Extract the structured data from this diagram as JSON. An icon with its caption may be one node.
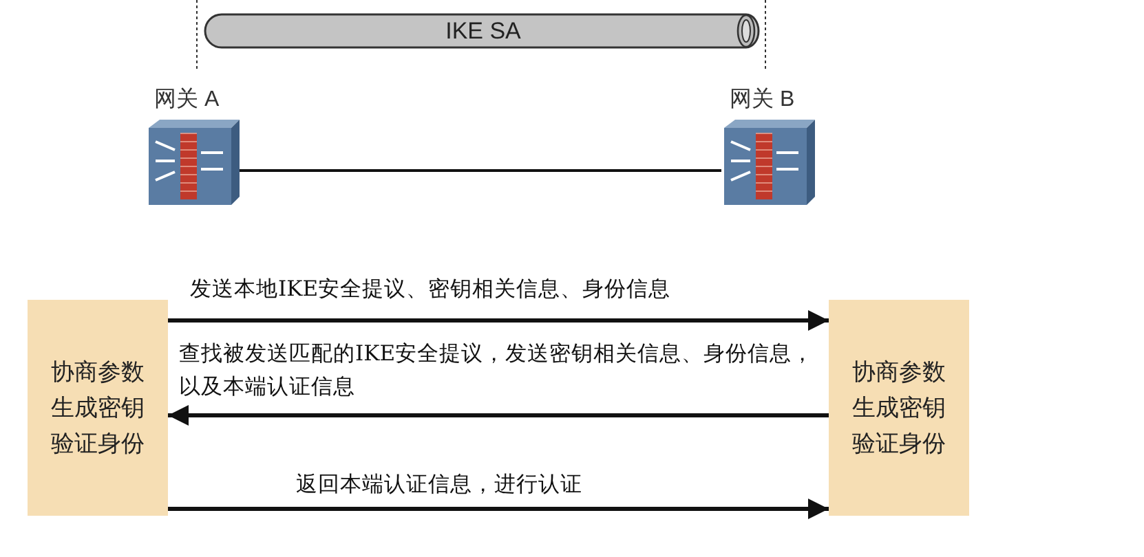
{
  "diagram": {
    "nodes": [
      {
        "text": [
          "IKE SA"
        ]
      },
      {
        "text": [
          "网关 A"
        ]
      },
      {
        "text": [
          "网关 B"
        ]
      },
      {
        "text": [
          "协商参数生成密钥验证身份"
        ]
      },
      {
        "text": [
          "协商参数生成密钥验证身份"
        ]
      }
    ],
    "edges": [
      {
        "from": 1,
        "to": 2,
        "arrow": "none"
      },
      {
        "from": 3,
        "to": 4,
        "arrow": "to",
        "label": "发送本地IKE安全提议、密钥相关信息、身份信息"
      },
      {
        "from": 4,
        "to": 3,
        "arrow": "to",
        "label": "查找被发送匹配的IKE安全提议，发送密钥相关信息、身份信息，以及本端认证信息"
      },
      {
        "from": 3,
        "to": 4,
        "arrow": "to",
        "label": "返回本端认证信息，进行认证"
      }
    ]
  }
}
